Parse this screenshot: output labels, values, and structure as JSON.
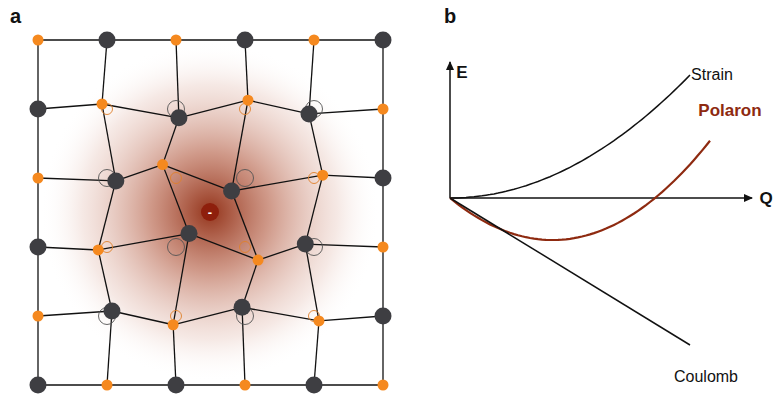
{
  "diagram": {
    "nodes": [
      {
        "text": [
          "-"
        ]
      }
    ],
    "labels": [
      "a",
      "b",
      "E",
      "Q",
      "Strain",
      "Polaron",
      "Coulomb"
    ]
  }
}
